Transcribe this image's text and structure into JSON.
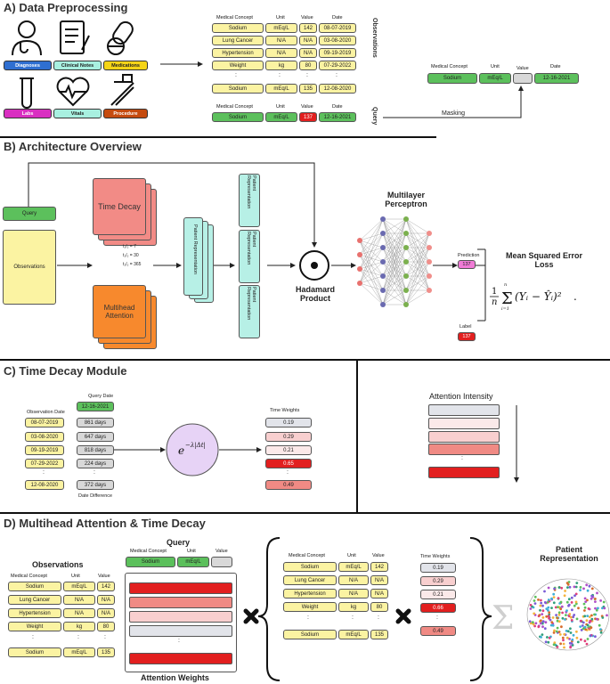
{
  "sections": {
    "a": "A) Data Preprocessing",
    "b": "B) Architecture Overview",
    "c": "C) Time Decay Module",
    "d": "D) Multihead Attention & Time Decay"
  },
  "sourceBadges": [
    "Diagnoses",
    "Clinical Notes",
    "Medications",
    "Labs",
    "Vitals",
    "Procedure"
  ],
  "table": {
    "headers": [
      "Medical Concept",
      "Unit",
      "Value",
      "Date"
    ],
    "rows": [
      [
        "Sodium",
        "mEq/L",
        "142",
        "08-07-2019"
      ],
      [
        "Lung Cancer",
        "N/A",
        "N/A",
        "03-08-2020"
      ],
      [
        "Hypertension",
        "N/A",
        "N/A",
        "09-19-2019"
      ],
      [
        "Weight",
        "kg",
        "80",
        "07-29-2022"
      ],
      [
        "Sodium",
        "mEq/L",
        "135",
        "12-08-2020"
      ]
    ],
    "query": [
      "Sodium",
      "mEq/L",
      "137",
      "12-16-2021"
    ],
    "ellipsis": ":",
    "observations_side": "Observations",
    "query_side": "Query"
  },
  "masking": {
    "label": "Masking",
    "headers": [
      "Medical Concept",
      "Unit",
      "Value",
      "Date"
    ],
    "row": [
      "Sodium",
      "mEq/L",
      "",
      "12-16-2021"
    ]
  },
  "arch": {
    "query": "Query",
    "observations": "Observations",
    "time_decay": "Time Decay",
    "t1": "t₁/₂ = 7",
    "t2": "t₁/₂ = 30",
    "t3": "t₁/₂ = 365",
    "multihead": "Multihead Attention",
    "patient_rep": "Patient Representation",
    "hadamard": "Hadamard Product",
    "mlp": "Multilayer Perceptron",
    "prediction": "Prediction",
    "prediction_val": "137",
    "label": "Label",
    "label_val": "137",
    "mse_title": "Mean Squared Error Loss"
  },
  "timeDecay": {
    "query_date_label": "Query Date",
    "query_date": "12-16-2021",
    "obs_date_label": "Observation Date",
    "obs_dates": [
      "08-07-2019",
      "03-08-2020",
      "09-19-2019",
      "07-29-2022",
      "12-08-2020"
    ],
    "diffs": [
      "861 days",
      "647 days",
      "818 days",
      "224 days",
      "372 days"
    ],
    "diff_label": "Date Difference",
    "weights_label": "Time Weights",
    "weights": [
      "0.19",
      "0.29",
      "0.21",
      "0.65",
      "0.49"
    ],
    "attention_intensity": "Attention Intensity"
  },
  "multihead": {
    "observations_title": "Observations",
    "query_title": "Query",
    "obs_headers": [
      "Medical Concept",
      "Unit",
      "Value"
    ],
    "obs_rows": [
      [
        "Sodium",
        "mEq/L",
        "142"
      ],
      [
        "Lung Cancer",
        "N/A",
        "N/A"
      ],
      [
        "Hypertension",
        "N/A",
        "N/A"
      ],
      [
        "Weight",
        "kg",
        "80"
      ],
      [
        "Sodium",
        "mEq/L",
        "135"
      ]
    ],
    "query_row": [
      "Sodium",
      "mEq/L",
      ""
    ],
    "attention_weights": "Attention Weights",
    "time_weights": "Time Weights",
    "weights": [
      "0.19",
      "0.29",
      "0.21",
      "0.66",
      "0.49"
    ],
    "patient_rep": "Patient Representation"
  },
  "colors": {
    "yellow": "#fbf3a2",
    "green": "#5cc05c",
    "red": "#e21f1f",
    "salmon": "#f0807a",
    "pink": "#f8cfcf",
    "teal": "#b7f0e6",
    "orange": "#f7892d"
  }
}
